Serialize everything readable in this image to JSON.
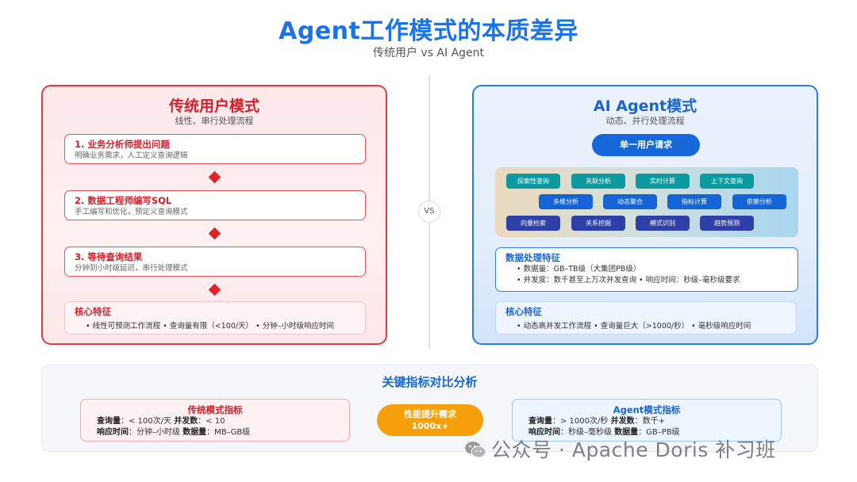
{
  "header": {
    "title": "Agent工作模式的本质差异",
    "subtitle": "传统用户 vs AI Agent"
  },
  "left": {
    "title": "传统用户模式",
    "subtitle": "线性、串行处理流程",
    "steps": [
      {
        "title": "1. 业务分析师提出问题",
        "desc": "明确业务需求，人工定义查询逻辑"
      },
      {
        "title": "2. 数据工程师编写SQL",
        "desc": "手工编写和优化，预定义查询模式"
      },
      {
        "title": "3. 等待查询结果",
        "desc": "分钟到小时级延迟，串行处理模式"
      }
    ],
    "core": {
      "title": "核心特征",
      "text": "• 线性可预测工作流程 • 查询量有限（<100/天） • 分钟–小时级响应时间"
    }
  },
  "vs_label": "VS",
  "right": {
    "title": "AI Agent模式",
    "subtitle": "动态、并行处理流程",
    "request": "单一用户请求",
    "capabilities_row1": [
      "探索性查询",
      "关联分析",
      "实时计算",
      "上下文查询"
    ],
    "capabilities_row2": [
      "多维分析",
      "动态聚合",
      "指标计算",
      "依赖分析"
    ],
    "capabilities_row3": [
      "向量检索",
      "关系挖掘",
      "模式识别",
      "趋势预测"
    ],
    "data": {
      "title": "数据处理特征",
      "line1": "• 数据量：GB–TB级（大集团PB级）",
      "line2": "• 并发度：数千甚至上万次并发查询 • 响应时间：秒级–毫秒级要求"
    },
    "core": {
      "title": "核心特征",
      "text": "• 动态高并发工作流程 • 查询量巨大（>1000/秒） • 毫秒级响应时间"
    }
  },
  "bottom": {
    "title": "关键指标对比分析",
    "left": {
      "title": "传统模式指标",
      "k1": "查询量",
      "v1": "：< 100次/天",
      "k2": "并发数",
      "v2": "：< 10",
      "k3": "响应时间",
      "v3": "：分钟–小时级",
      "k4": "数据量",
      "v4": "：MB–GB级"
    },
    "boost_line1": "性能提升需求",
    "boost_line2": "1000x+",
    "right": {
      "title": "Agent模式指标",
      "k1": "查询量",
      "v1": "：> 1000次/秒",
      "k2": "并发数",
      "v2": "：数千+",
      "k3": "响应时间",
      "v3": "：秒级–毫秒级",
      "k4": "数据量",
      "v4": "：GB–PB级"
    }
  },
  "watermark": "公众号 · Apache Doris 补习班"
}
